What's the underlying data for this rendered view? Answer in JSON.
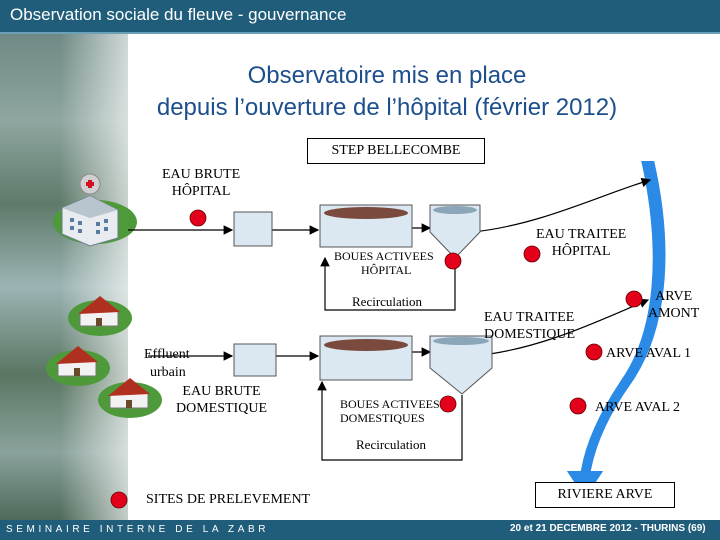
{
  "header": {
    "title": "Observation sociale du fleuve - gouvernance"
  },
  "subtitle": {
    "line1": "Observatoire mis en place",
    "line2": "depuis l’ouverture de l’hôpital (février 2012)"
  },
  "step_label": "STEP BELLECOMBE",
  "upper": {
    "eau_brute": [
      "EAU BRUTE",
      "HÔPITAL"
    ],
    "boues": [
      "BOUES ACTIVEES",
      "HÔPITAL"
    ],
    "eau_traitee": [
      "EAU TRAITEE",
      "HÔPITAL"
    ],
    "recirculation": "Recirculation"
  },
  "lower": {
    "effluent": [
      "Effluent",
      "urbain"
    ],
    "eau_brute": [
      "EAU BRUTE",
      "DOMESTIQUE"
    ],
    "boues": [
      "BOUES ACTIVEES",
      "DOMESTIQUES"
    ],
    "recirculation": "Recirculation",
    "eau_traitee": [
      "EAU TRAITEE",
      "DOMESTIQUE"
    ]
  },
  "river": {
    "amont": [
      "ARVE",
      "AMONT"
    ],
    "aval1": "ARVE AVAL 1",
    "aval2": "ARVE AVAL 2",
    "label": "RIVIERE ARVE"
  },
  "legend": {
    "label": "SITES DE PRELEVEMENT"
  },
  "footer": {
    "left": "SEMINAIRE INTERNE DE LA ZABR",
    "right": "20 et 21 DECEMBRE 2012  -  THURINS  (69)"
  },
  "colors": {
    "header_bg": "#1f5d7a",
    "subtitle": "#1d4f8c",
    "sample_dot": "#e3001b",
    "river": "#2a8ae6",
    "tank_fill": "#dbe8f2"
  }
}
